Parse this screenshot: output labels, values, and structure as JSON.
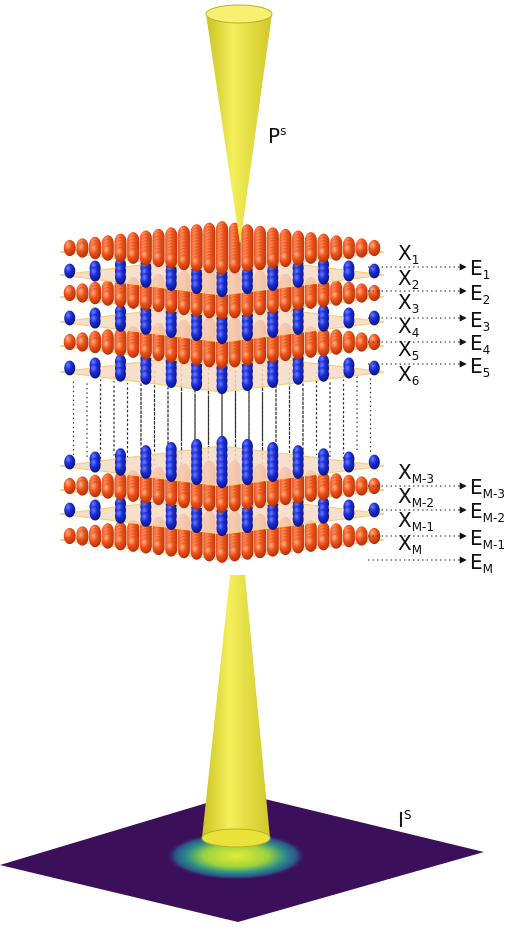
{
  "probe_label": {
    "main": "P",
    "sup": "s"
  },
  "intensity_label": {
    "main": "I",
    "sup": "S"
  },
  "slice_labels": [
    {
      "main": "X",
      "sub": "1"
    },
    {
      "main": "X",
      "sub": "2"
    },
    {
      "main": "X",
      "sub": "3"
    },
    {
      "main": "X",
      "sub": "4"
    },
    {
      "main": "X",
      "sub": "5"
    },
    {
      "main": "X",
      "sub": "6"
    },
    {
      "main": "X",
      "sub": "M-3"
    },
    {
      "main": "X",
      "sub": "M-2"
    },
    {
      "main": "X",
      "sub": "M-1"
    },
    {
      "main": "X",
      "sub": "M"
    }
  ],
  "exit_labels": [
    {
      "main": "E",
      "sub": "1"
    },
    {
      "main": "E",
      "sub": "2"
    },
    {
      "main": "E",
      "sub": "3"
    },
    {
      "main": "E",
      "sub": "4"
    },
    {
      "main": "E",
      "sub": "5"
    },
    {
      "main": "E",
      "sub": "M-3"
    },
    {
      "main": "E",
      "sub": "M-2"
    },
    {
      "main": "E",
      "sub": "M-1"
    },
    {
      "main": "E",
      "sub": "M"
    }
  ],
  "colors": {
    "beam": "#e8e23a",
    "beam_edge": "#b9b320",
    "orange_atom": "#f0531a",
    "blue_atom": "#1a2fd6",
    "slice_plane": "#f6d9c4",
    "slice_edge": "#f3d07a",
    "detector_bg": "#3b0f5a",
    "detector_center": "#d7e23b"
  }
}
